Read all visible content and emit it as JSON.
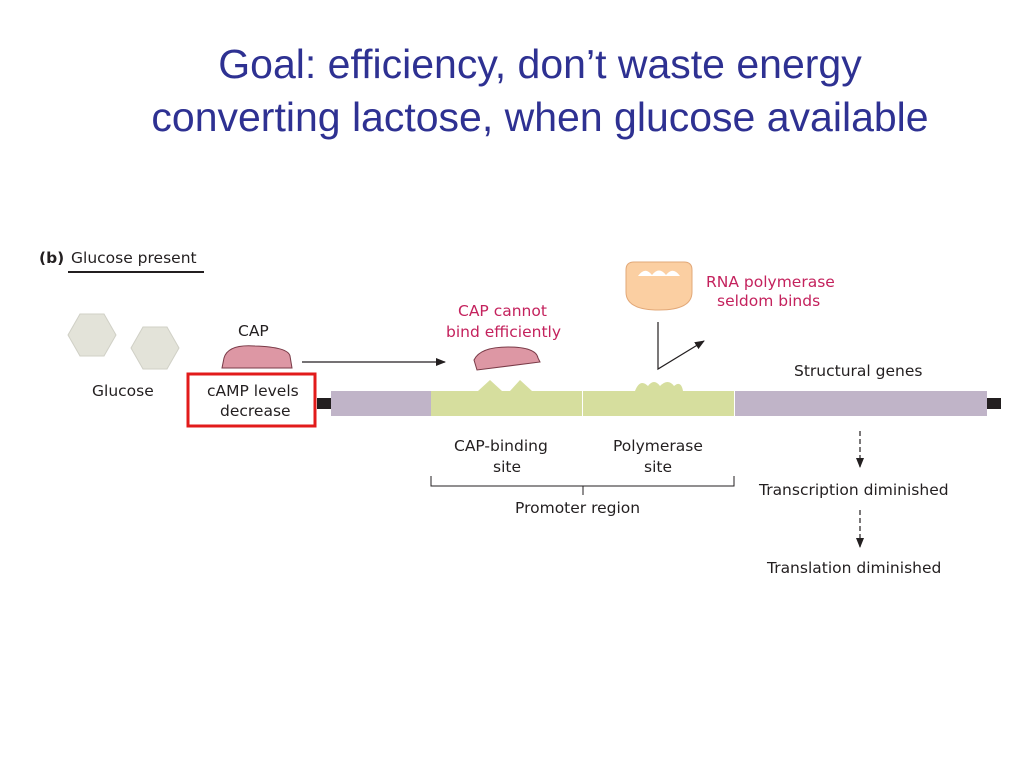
{
  "slide": {
    "title_line1": "Goal: efficiency, don’t waste energy",
    "title_line2": "converting lactose, when glucose available"
  },
  "figure": {
    "panel_letter": "(b)",
    "panel_title": "Glucose present",
    "glucose_label": "Glucose",
    "cap_label": "CAP",
    "camp_line1": "cAMP levels",
    "camp_line2": "decrease",
    "cap_cannot_line1": "CAP cannot",
    "cap_cannot_line2": "bind efficiently",
    "rna_pol_line1": "RNA polymerase",
    "rna_pol_line2": "seldom binds",
    "structural_genes": "Structural genes",
    "cap_site_line1": "CAP-binding",
    "cap_site_line2": "site",
    "pol_site_line1": "Polymerase",
    "pol_site_line2": "site",
    "promoter_region": "Promoter region",
    "transcription": "Transcription diminished",
    "translation": "Translation diminished"
  },
  "colors": {
    "title": "#2e3192",
    "dna_gene": "#c0b4c8",
    "promoter": "#d6de9e",
    "cap_protein": "#dd97a4",
    "rna_polymerase": "#fbcfa2",
    "glucose": "#e3e3d9",
    "highlight_box": "#e21b1b",
    "magenta_text": "#c4225d"
  },
  "icons": {
    "glucose_molecule": "hexagon",
    "cap_protein": "dome-shape",
    "rna_polymerase": "rounded-block"
  }
}
